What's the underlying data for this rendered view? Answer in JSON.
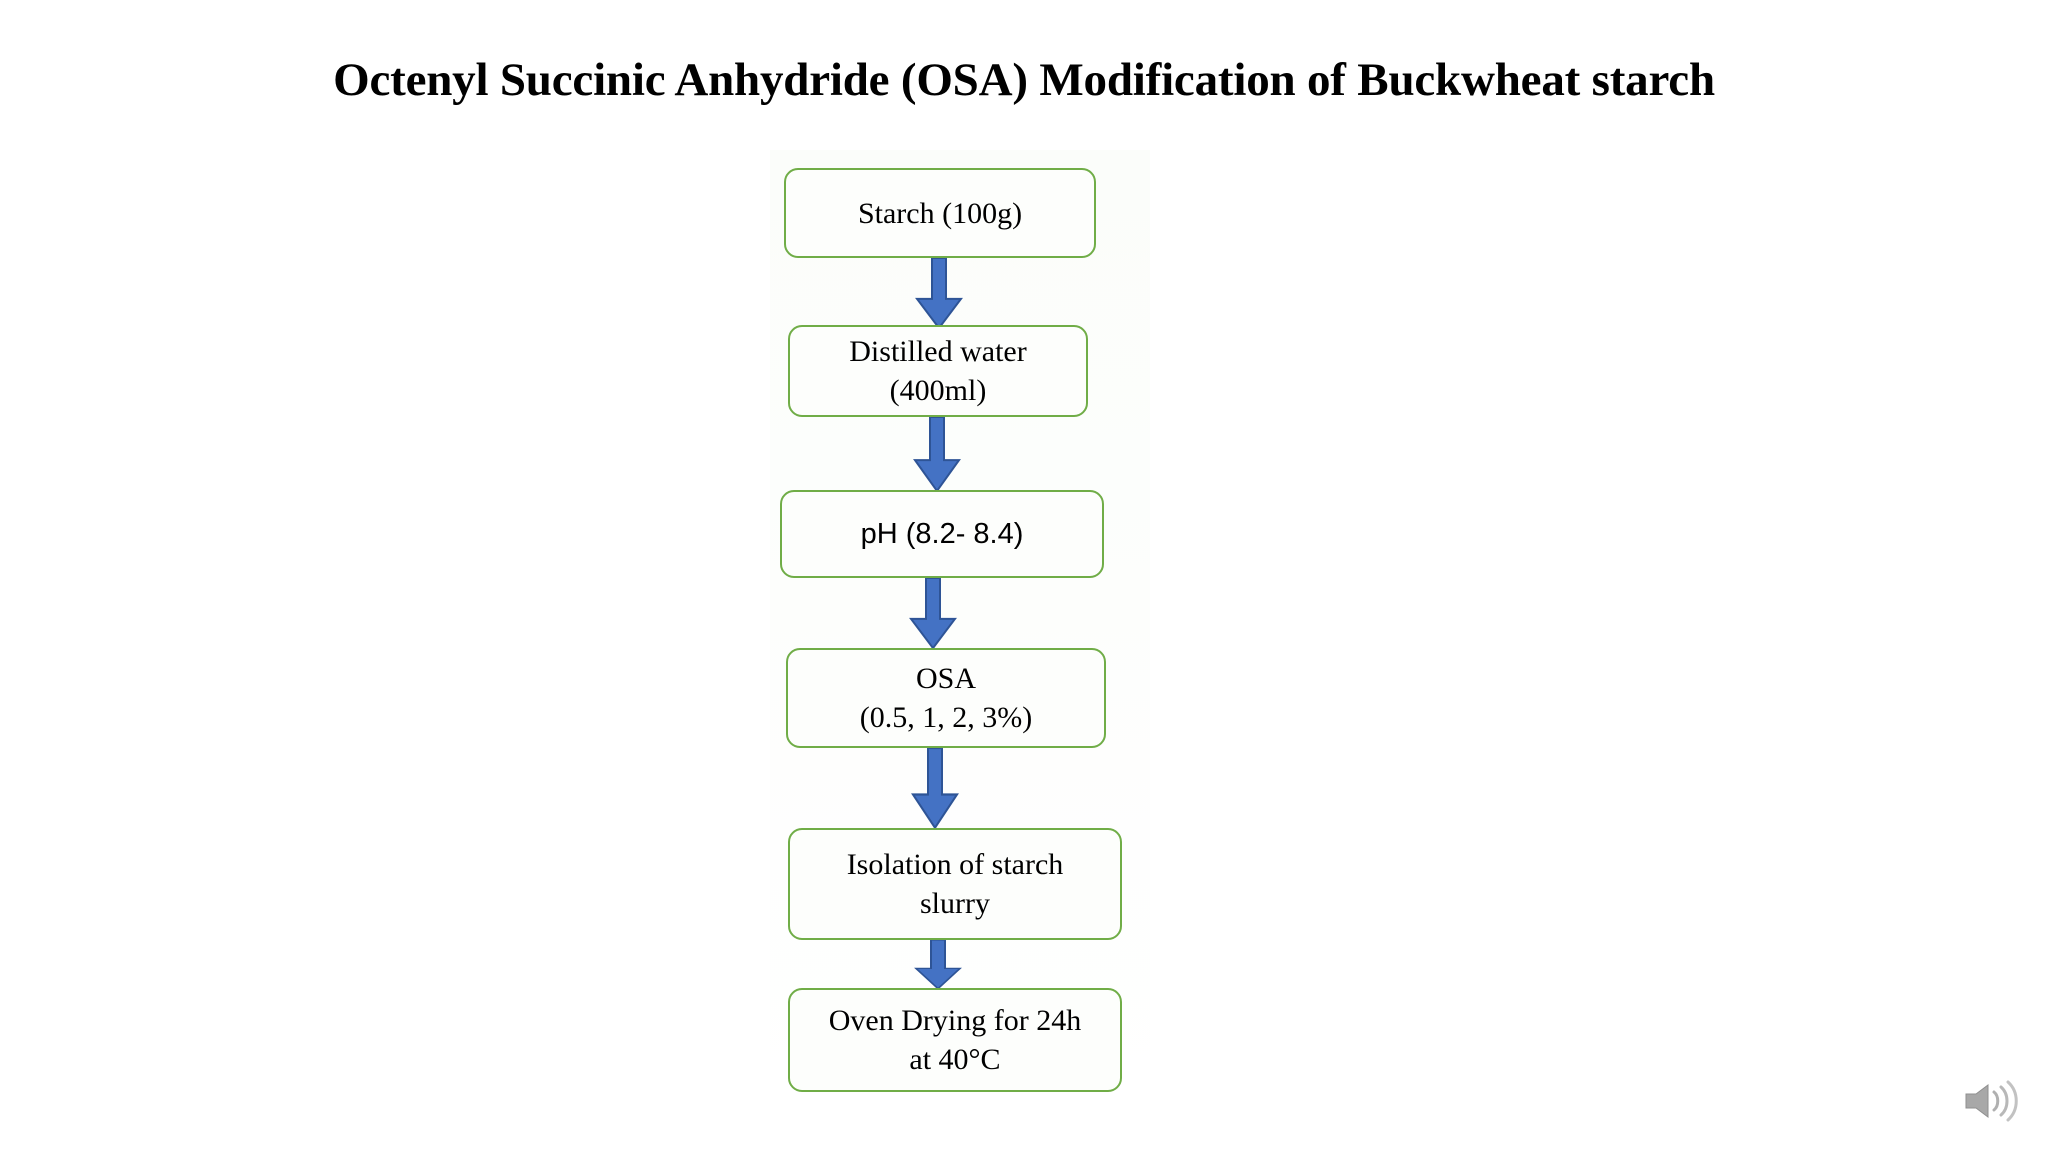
{
  "slide": {
    "title": "Octenyl Succinic Anhydride (OSA) Modification of Buckwheat starch",
    "background_color": "#ffffff"
  },
  "flowchart": {
    "box_border_color": "#70AD47",
    "box_fill_color": "#fdfefc",
    "arrow_fill_color": "#4472C4",
    "arrow_outline_color": "#2E5496",
    "text_color": "#000000",
    "nodes": [
      {
        "id": "starch",
        "label": "Starch (100g)",
        "font": "serif"
      },
      {
        "id": "distilled-water",
        "label": "Distilled water\n(400ml)",
        "font": "serif"
      },
      {
        "id": "ph",
        "label": "pH (8.2- 8.4)",
        "font": "sans"
      },
      {
        "id": "osa",
        "label": "OSA\n(0.5, 1, 2, 3%)",
        "font": "serif"
      },
      {
        "id": "isolation",
        "label": "Isolation of starch\nslurry",
        "font": "serif"
      },
      {
        "id": "oven-drying",
        "label": "Oven Drying for 24h\nat 40°C",
        "font": "serif"
      }
    ],
    "arrows": [
      {
        "from": "starch",
        "to": "distilled-water"
      },
      {
        "from": "distilled-water",
        "to": "ph"
      },
      {
        "from": "ph",
        "to": "osa"
      },
      {
        "from": "osa",
        "to": "isolation"
      },
      {
        "from": "isolation",
        "to": "oven-drying"
      }
    ]
  },
  "media": {
    "audio_icon_name": "speaker-icon",
    "audio_icon_color": "#a6a6a6"
  }
}
